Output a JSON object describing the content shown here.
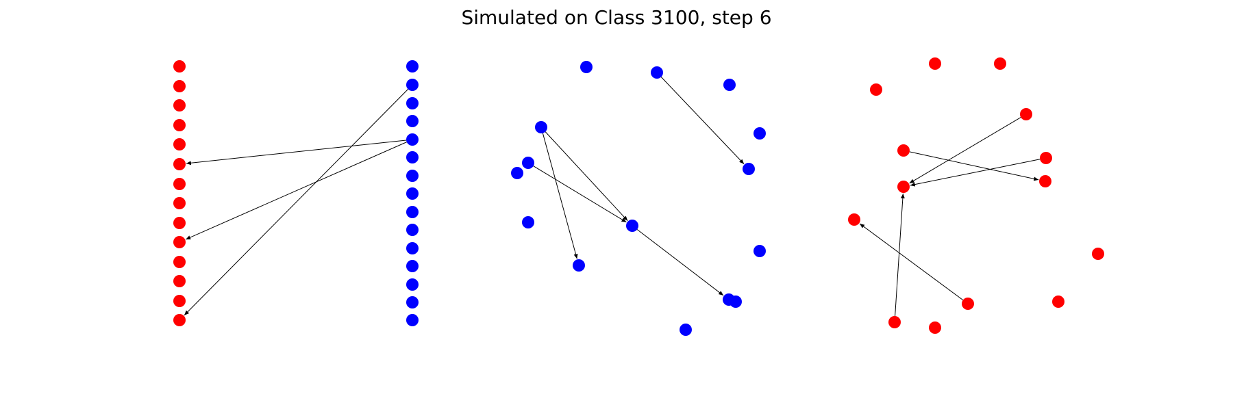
{
  "title": "Simulated on Class 3100, step 6",
  "colors": {
    "red_nodes": "#ff0000",
    "blue_nodes": "#0000ff",
    "edges": "#000000",
    "background": "#ffffff"
  },
  "panels": [
    {
      "name": "bipartite",
      "node_groups": [
        "red",
        "blue"
      ],
      "red_count": 14,
      "blue_count": 15,
      "edges": [
        {
          "from": "blue-5",
          "to": "red-6"
        },
        {
          "from": "blue-5",
          "to": "red-10"
        },
        {
          "from": "blue-2",
          "to": "red-14"
        }
      ]
    },
    {
      "name": "blue-graph",
      "node_color": "blue",
      "node_count": 15,
      "edges": [
        {
          "from": "b-n2",
          "to": "b-n6"
        },
        {
          "from": "b-n5",
          "to": "b-n8"
        },
        {
          "from": "b-n5",
          "to": "b-n10"
        },
        {
          "from": "b-n7",
          "to": "b-n10"
        },
        {
          "from": "b-n10",
          "to": "b-n12"
        }
      ]
    },
    {
      "name": "red-graph",
      "node_color": "red",
      "node_count": 14,
      "edges": [
        {
          "from": "r-n4",
          "to": "r-n7"
        },
        {
          "from": "r-n5",
          "to": "r-n8"
        },
        {
          "from": "r-n6",
          "to": "r-n7"
        },
        {
          "from": "r-n11",
          "to": "r-n9"
        },
        {
          "from": "r-n12",
          "to": "r-n7"
        }
      ]
    }
  ]
}
